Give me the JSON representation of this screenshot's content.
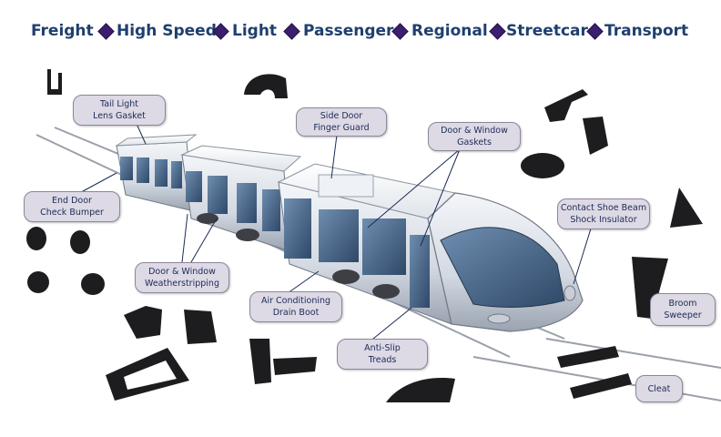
{
  "categories": [
    "Freight",
    "High Speed",
    "Light",
    "Passenger",
    "Regional",
    "Streetcar",
    "Transport"
  ],
  "callouts": {
    "tail_light": [
      "Tail Light",
      "Lens Gasket"
    ],
    "side_door": [
      "Side Door",
      "Finger Guard"
    ],
    "door_window_gaskets": [
      "Door & Window",
      "Gaskets"
    ],
    "end_door": [
      "End Door",
      "Check Bumper"
    ],
    "contact_shoe": [
      "Contact Shoe Beam",
      "Shock Insulator"
    ],
    "weatherstripping": [
      "Door & Window",
      "Weatherstripping"
    ],
    "air_conditioning": [
      "Air Conditioning",
      "Drain Boot"
    ],
    "broom": [
      "Broom",
      "Sweeper"
    ],
    "anti_slip": [
      "Anti-Slip",
      "Treads"
    ],
    "cleat": [
      "Cleat"
    ]
  },
  "colors": {
    "category_text": "#1f3f6e",
    "diamond": "#3a1f6e",
    "callout_fill": "#ddd9e5",
    "callout_text": "#1c2b57",
    "rubber_part": "#1d1d1f"
  }
}
